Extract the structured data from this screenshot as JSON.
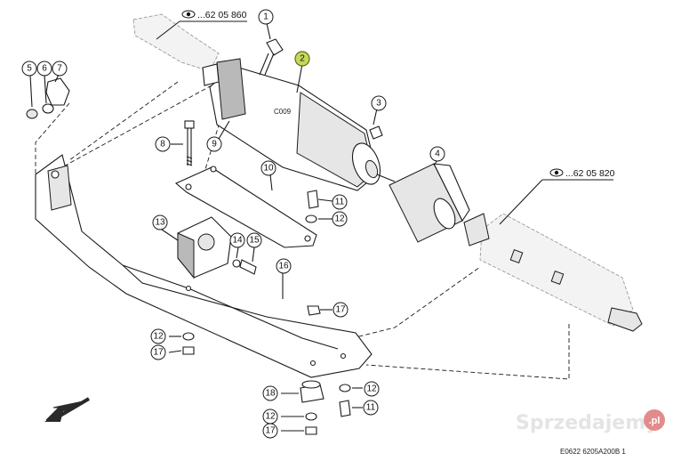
{
  "references": [
    {
      "id": "ref-top",
      "text": "...62 05 860"
    },
    {
      "id": "ref-right",
      "text": "...62 05 820"
    }
  ],
  "motor_code": "C009",
  "callouts": [
    "1",
    "2",
    "3",
    "4",
    "5",
    "6",
    "7",
    "8",
    "9",
    "10",
    "11",
    "11",
    "12",
    "12",
    "12",
    "12",
    "13",
    "14",
    "15",
    "16",
    "17",
    "17",
    "17",
    "18"
  ],
  "highlighted_callout": "2",
  "drawing_code": "E0622 6205A200B 1",
  "watermark": {
    "text": "Sprzedajemy",
    "badge": ".pl"
  },
  "colors": {
    "highlight": "#c7d85a",
    "line": "#1a1a1a"
  },
  "icons": [
    "eye-icon",
    "arrow-icon"
  ]
}
